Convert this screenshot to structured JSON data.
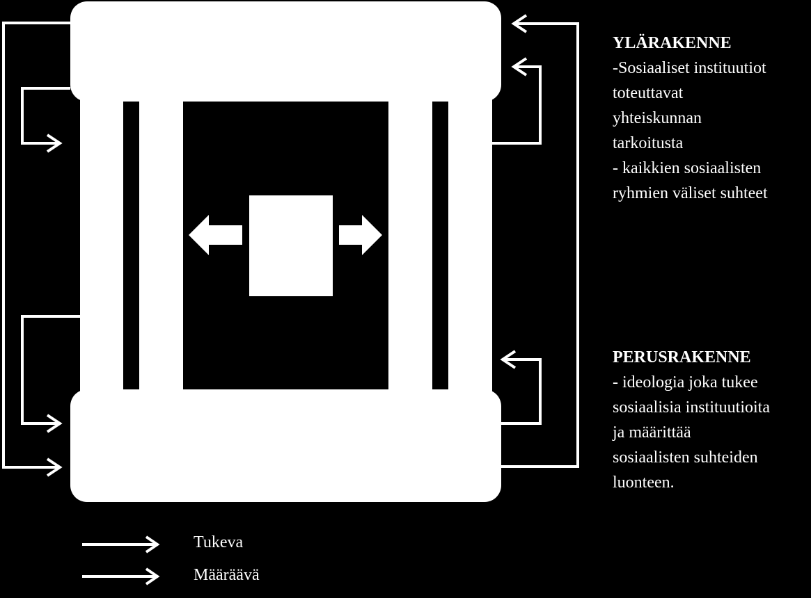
{
  "superstructure": {
    "heading": "YLÄRAKENNE",
    "lines": [
      "-Sosiaaliset instituutiot",
      "toteuttavat",
      "yhteiskunnan",
      "tarkoitusta",
      "- kaikkien sosiaalisten",
      "ryhmien väliset suhteet"
    ]
  },
  "base": {
    "heading": "PERUSRAKENNE",
    "lines": [
      "- ideologia joka tukee",
      "sosiaalisia instituutioita",
      "ja määrittää",
      "sosiaalisten suhteiden",
      "luonteen."
    ]
  },
  "legend": {
    "supporting": "Tukeva",
    "determining": "Määräävä"
  },
  "colors": {
    "background": "#000000",
    "foreground": "#ffffff"
  }
}
